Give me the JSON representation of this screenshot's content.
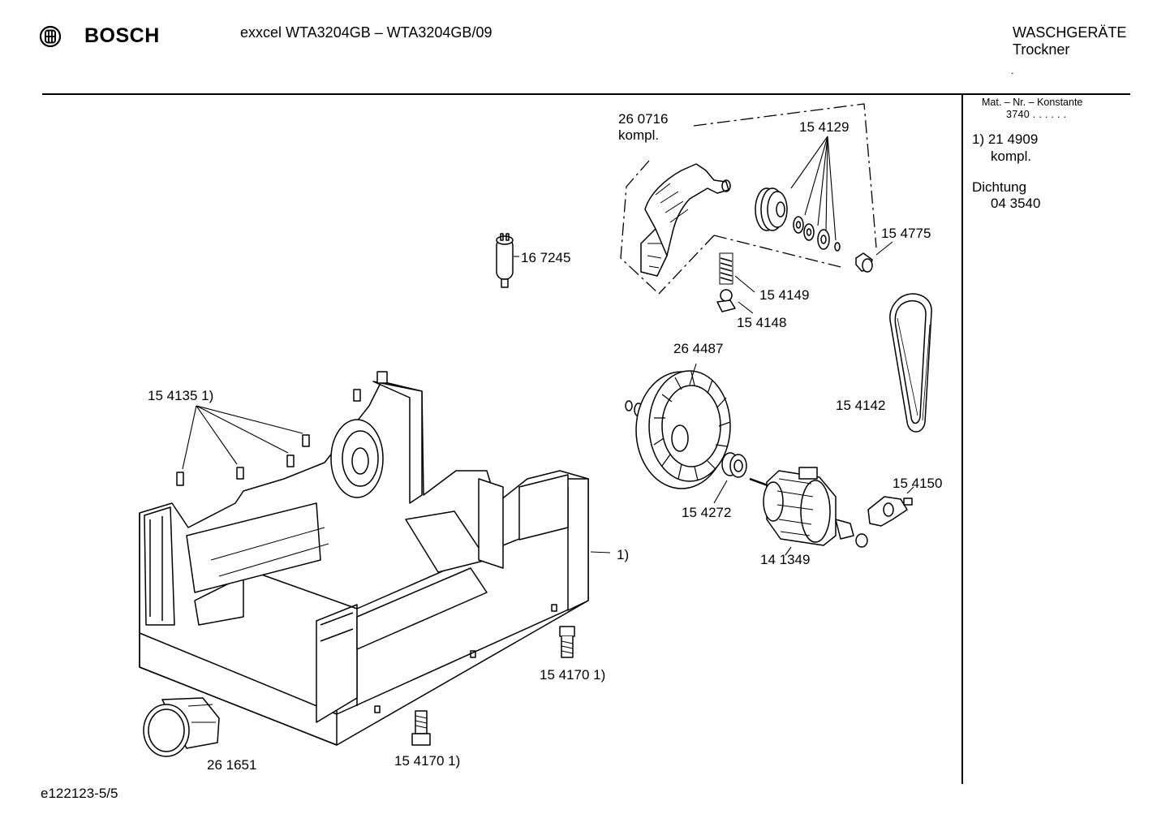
{
  "header": {
    "brand": "BOSCH",
    "model": "exxcel WTA3204GB – WTA3204GB/09",
    "category": "WASCHGERÄTE",
    "subcategory": "Trockner",
    "dot": "."
  },
  "side_panel": {
    "mat_nr_label": "Mat. – Nr. – Konstante",
    "mat_nr_value": "3740 . . . . . .",
    "note_ref": "1) 21 4909",
    "note_kompl": "kompl.",
    "seal_label": "Dichtung",
    "seal_value": "04 3540"
  },
  "parts": {
    "p260716": "26 0716",
    "p260716_kompl": "kompl.",
    "p154129": "15 4129",
    "p154775": "15 4775",
    "p167245": "16 7245",
    "p154149": "15 4149",
    "p154148": "15 4148",
    "p264487": "26 4487",
    "p154142": "15 4142",
    "p154135": "15 4135 1)",
    "p154150": "15 4150",
    "p154272": "15 4272",
    "p141349": "14 1349",
    "p_ref1": "1)",
    "p154170a": "15 4170 1)",
    "p154170b": "15 4170 1)",
    "p261651": "26 1651"
  },
  "footer": {
    "doc_id": "e122123-5/5"
  }
}
